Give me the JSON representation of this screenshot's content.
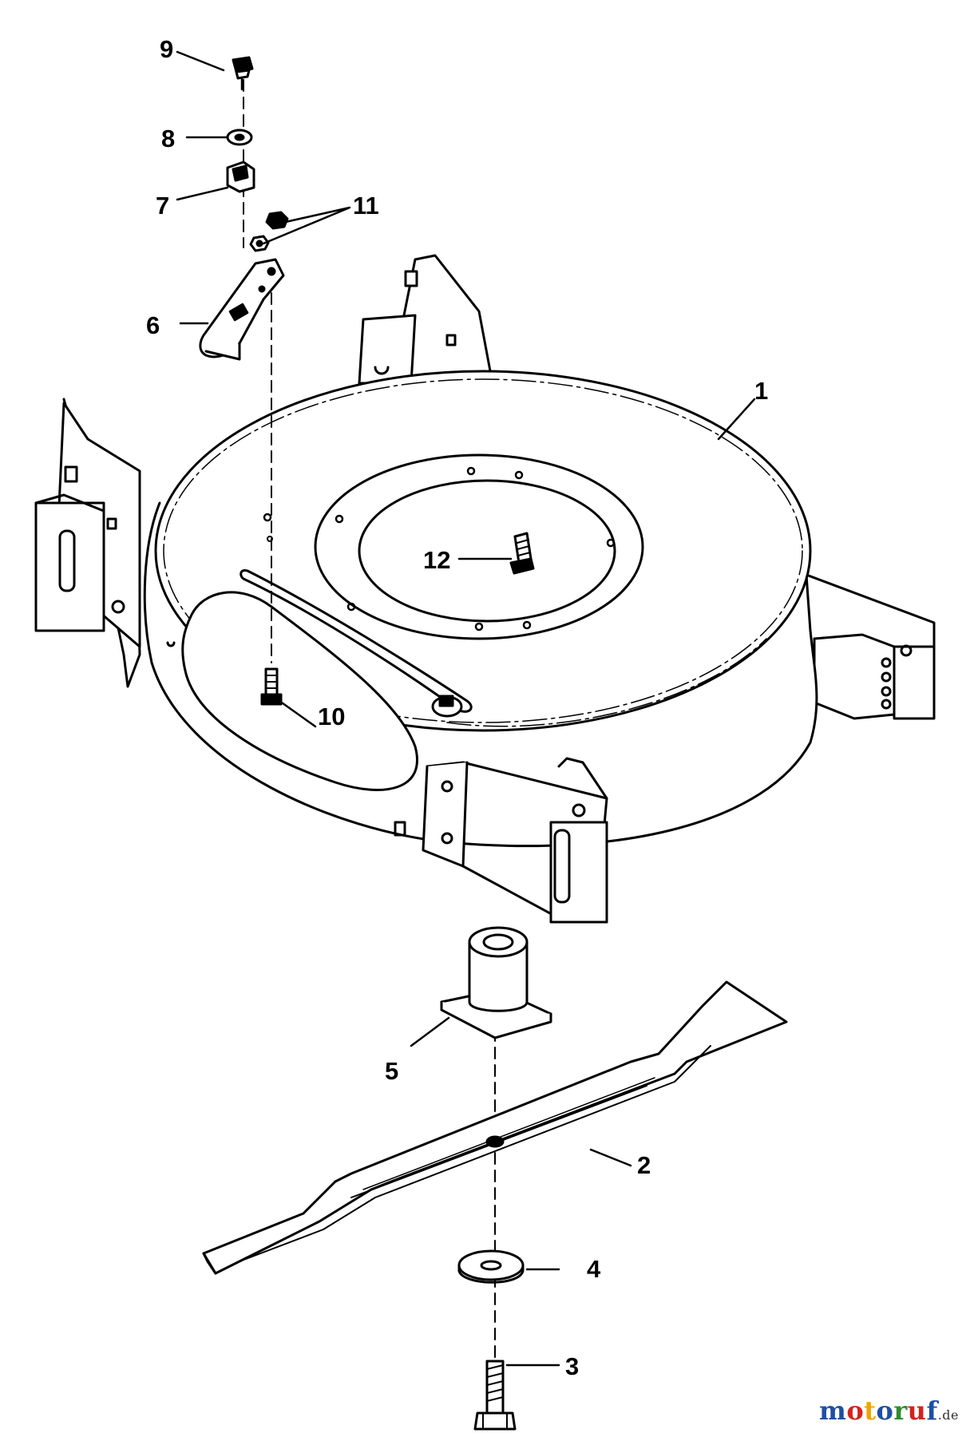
{
  "diagram": {
    "callouts": {
      "c1": "1",
      "c2": "2",
      "c3": "3",
      "c4": "4",
      "c5": "5",
      "c6": "6",
      "c7": "7",
      "c8": "8",
      "c9": "9",
      "c10": "10",
      "c11": "11",
      "c12": "12"
    }
  },
  "watermark": {
    "letters": [
      "m",
      "o",
      "t",
      "o",
      "r",
      "u",
      "f"
    ],
    "colors": [
      "#1f4fa3",
      "#d2231c",
      "#f0a400",
      "#1f4fa3",
      "#2e8b2e",
      "#d2231c",
      "#1f4fa3"
    ],
    "tld": ".de"
  }
}
